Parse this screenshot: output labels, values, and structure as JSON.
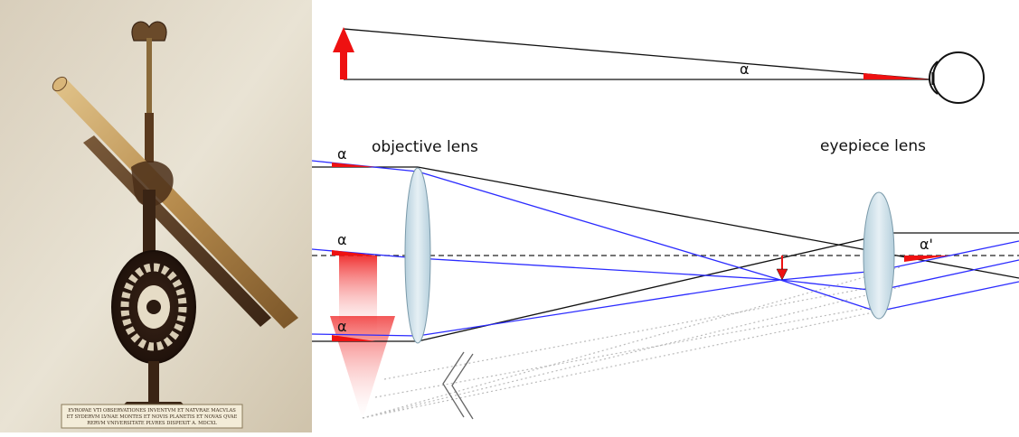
{
  "photo": {
    "plaque_lines": [
      "EVROPAE VTI OBSERVATIONES INVENTVM ET NATVRAE MACVLAS",
      "ET SYDERVM LVNAE MONTES ET NOVIS PLANETIS ET NOVAS QVAE",
      "RERVM VNIVERSITATE PLVRES DISPEXIT A. MDCXL"
    ]
  },
  "diagram": {
    "labels": {
      "objective": "objective lens",
      "eyepiece": "eyepiece lens",
      "alpha": "α",
      "alpha_prime": "α'"
    },
    "colors": {
      "ray_blue": "#2b2bff",
      "ray_black": "#111111",
      "arrow_red": "#ee1111",
      "lens_fill": "#c9dde8",
      "dotted": "#bbbbbb"
    }
  }
}
